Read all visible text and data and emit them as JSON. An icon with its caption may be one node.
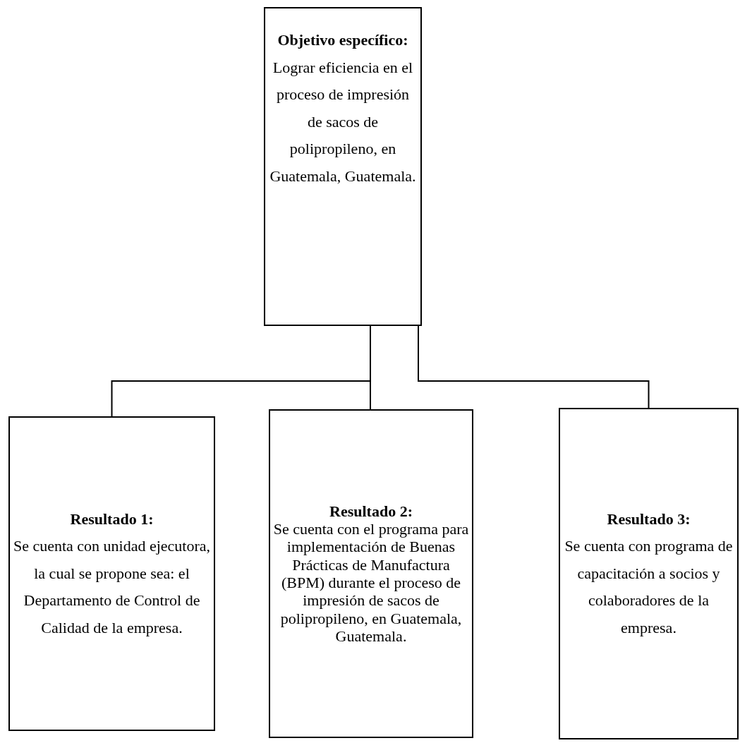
{
  "diagram": {
    "nodes": [
      {
        "text": [
          "Objetivo específico:",
          "Lograr eficiencia en el proceso de impresión de sacos de polipropileno, en Guatemala, Guatemala."
        ]
      },
      {
        "text": [
          "Resultado 1:",
          "Se cuenta con unidad ejecutora, la cual se propone sea: el Departamento de Control de Calidad de la empresa."
        ]
      },
      {
        "text": [
          "Resultado 2:",
          "Se cuenta con el programa para implementación de Buenas Prácticas de Manufactura (BPM) durante el proceso de impresión de sacos de polipropileno, en Guatemala, Guatemala."
        ]
      },
      {
        "text": [
          "Resultado 3:",
          "Se cuenta con programa de capacitación a socios y colaboradores de la empresa."
        ]
      }
    ],
    "edges": [
      {
        "from": 0,
        "to": 1,
        "arrow": "none"
      },
      {
        "from": 0,
        "to": 2,
        "arrow": "none"
      },
      {
        "from": 0,
        "to": 3,
        "arrow": "none"
      }
    ]
  }
}
